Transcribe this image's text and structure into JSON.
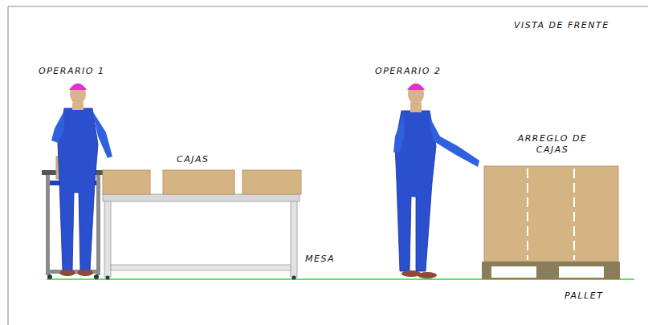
{
  "diagram": {
    "labels": [
      "VISTA DE FRENTE",
      "OPERARIO 1",
      "OPERARIO 2",
      "CAJAS",
      "ARREGLO DE CAJAS",
      "MESA",
      "PALLET"
    ]
  }
}
